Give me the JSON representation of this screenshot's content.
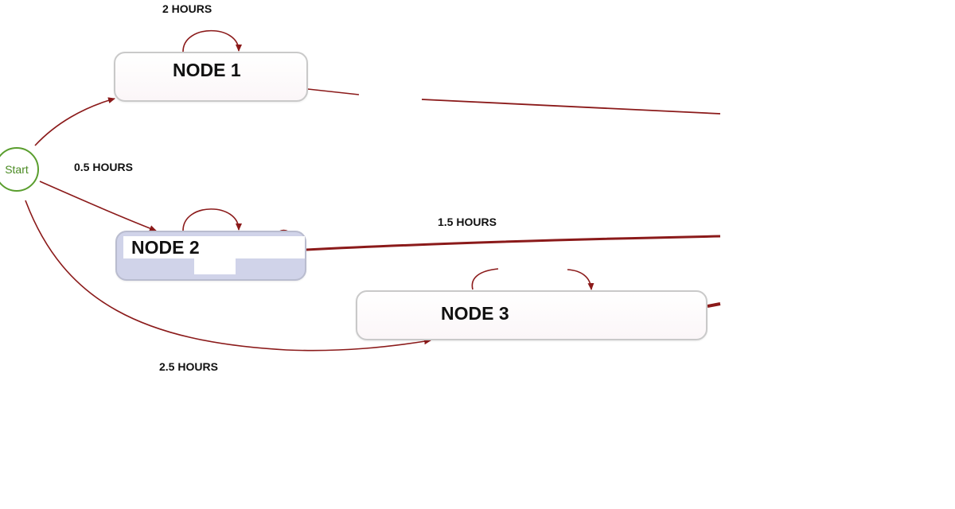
{
  "start": {
    "label": "Start"
  },
  "nodes": [
    {
      "id": "node-1",
      "label": "NODE 1"
    },
    {
      "id": "node-2",
      "label": "NODE 2"
    },
    {
      "id": "node-3",
      "label": "NODE 3"
    }
  ],
  "edge_labels": {
    "two_hours": "2 HOURS",
    "half_hour": "0.5 HOURS",
    "one_half_hours": "1.5 HOURS",
    "two_half_hours": "2.5 HOURS"
  },
  "colors": {
    "edge": "#8b1a1a",
    "start_stroke": "#5a9e2e",
    "start_text": "#4a8a22",
    "node2_fill": "#d0d3e9"
  }
}
